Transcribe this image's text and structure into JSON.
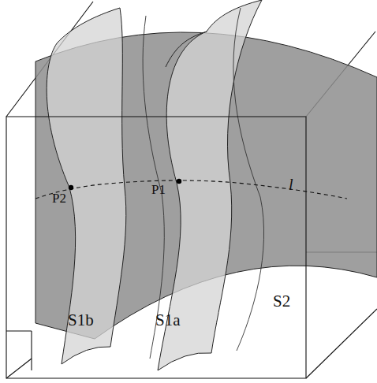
{
  "diagram": {
    "labels": [
      "P2",
      "P1",
      "l",
      "S1b",
      "S1a",
      "S2"
    ]
  }
}
